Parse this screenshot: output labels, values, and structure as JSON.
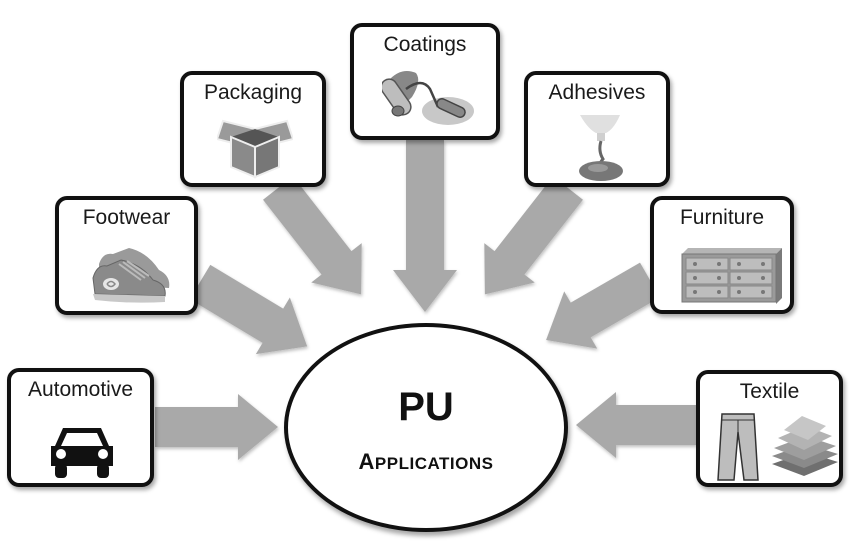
{
  "center": {
    "title": "PU",
    "subtitle_initial": "A",
    "subtitle_rest": "PPLICATIONS"
  },
  "applications": [
    {
      "label": "Automotive",
      "icon": "car-icon"
    },
    {
      "label": "Footwear",
      "icon": "sneaker-icon"
    },
    {
      "label": "Packaging",
      "icon": "open-box-icon"
    },
    {
      "label": "Coatings",
      "icon": "paint-roller-icon"
    },
    {
      "label": "Adhesives",
      "icon": "glue-drip-icon"
    },
    {
      "label": "Furniture",
      "icon": "dresser-icon"
    },
    {
      "label": "Textile",
      "icon": "clothing-icon"
    }
  ],
  "colors": {
    "arrow": "#a9a9a9",
    "border": "#111111",
    "icon_gray": "#8c8c8c"
  }
}
